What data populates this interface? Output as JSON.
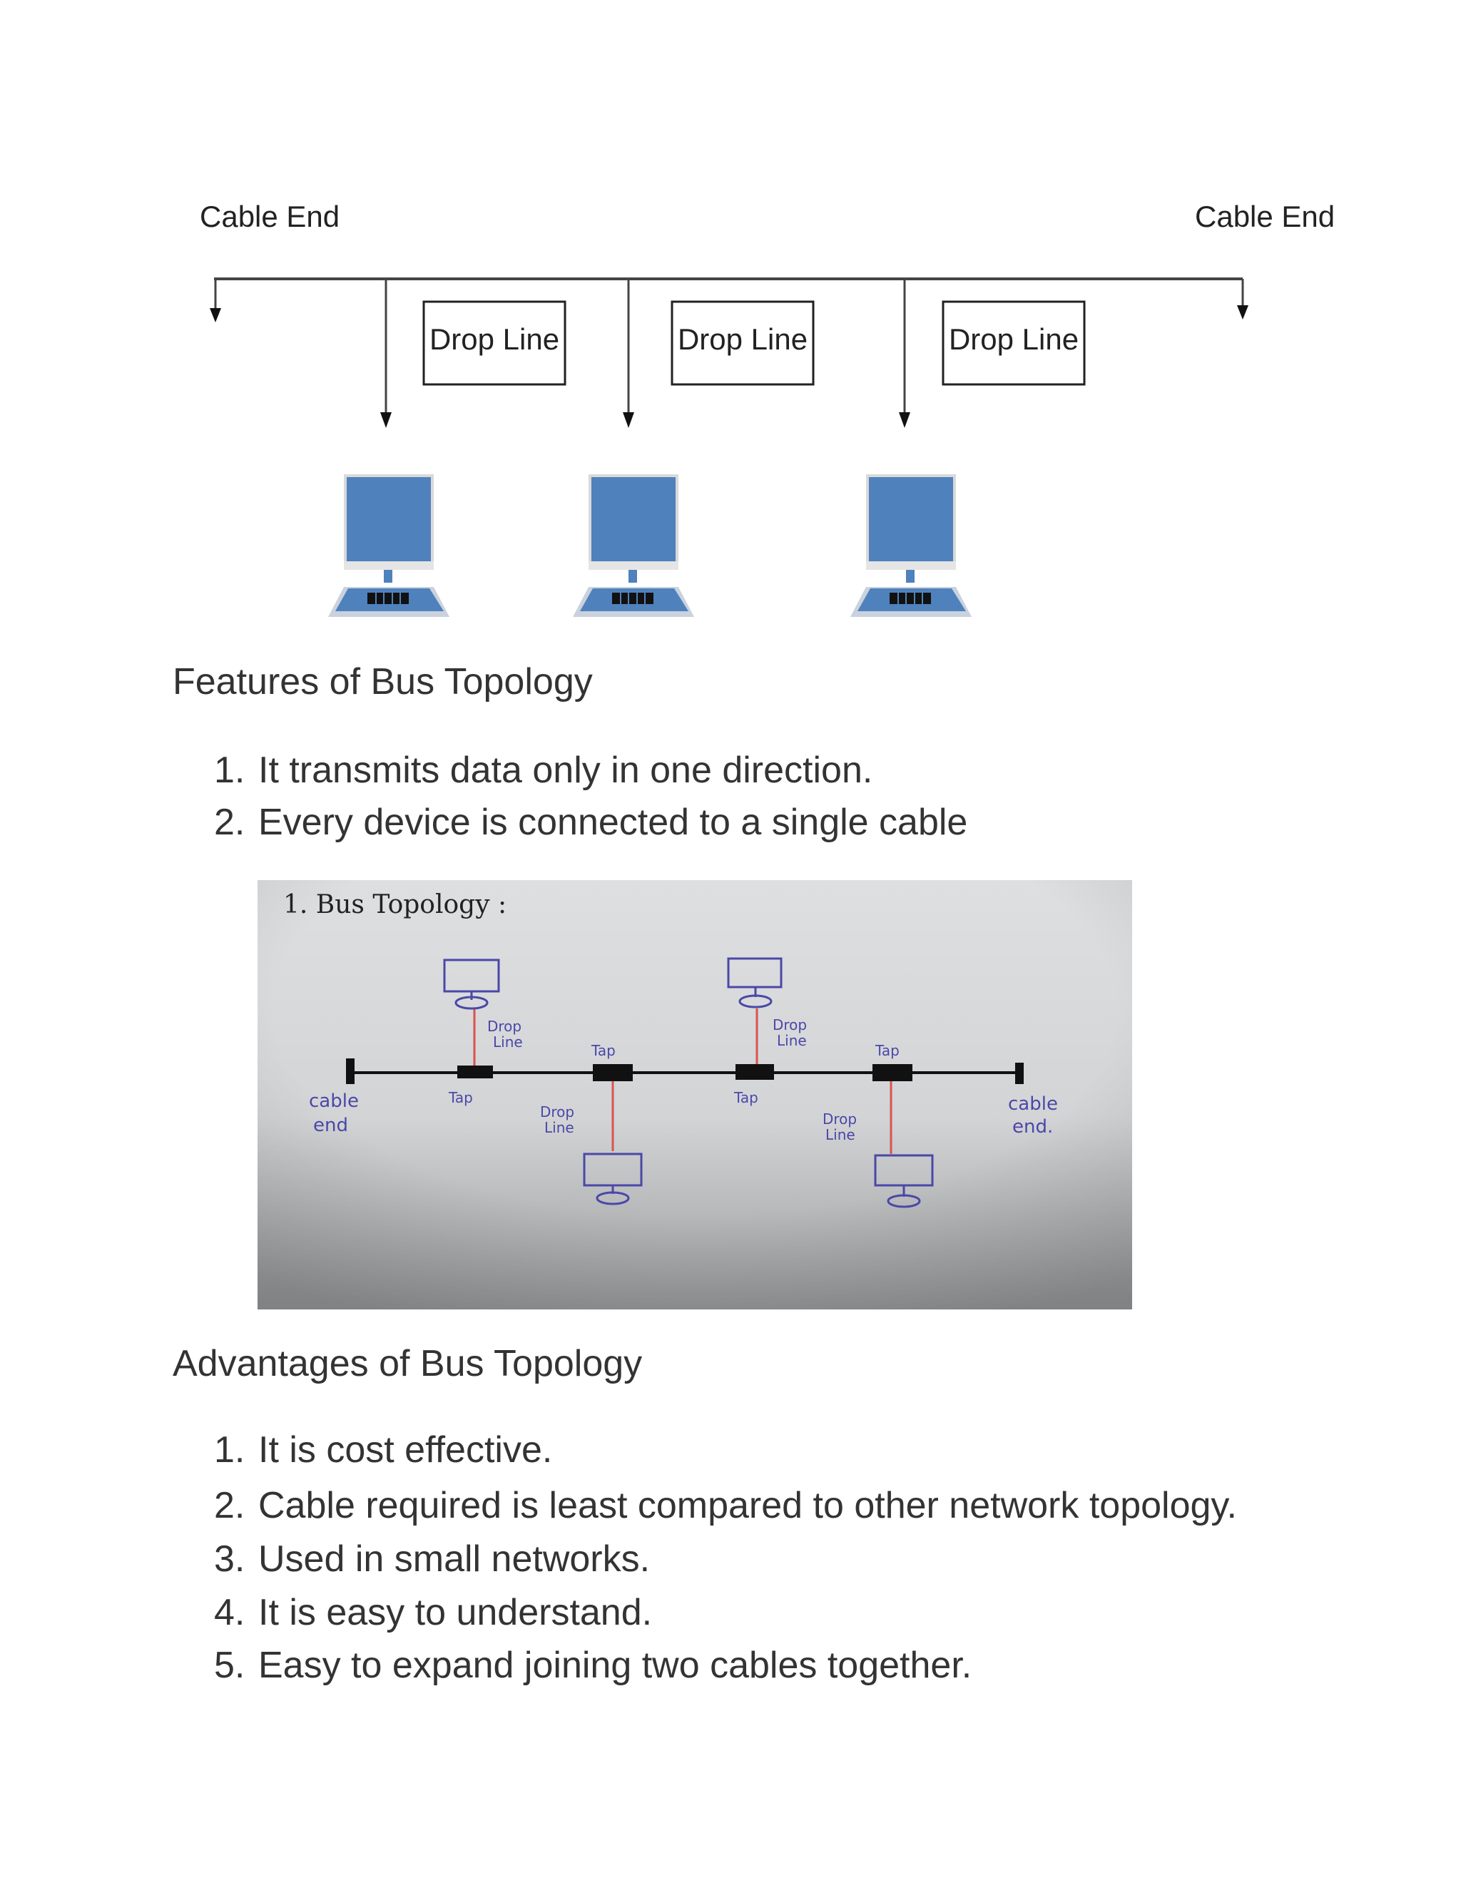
{
  "diagram1": {
    "cable_end_left": "Cable End",
    "cable_end_right": "Cable End",
    "drop_line_labels": [
      "Drop Line",
      "Drop Line",
      "Drop Line"
    ]
  },
  "features": {
    "heading": "Features of Bus Topology",
    "items": [
      {
        "num": "1.",
        "text": "It transmits data only in one direction."
      },
      {
        "num": "2.",
        "text": "Every device is connected to a single cable"
      }
    ]
  },
  "photo": {
    "title": "1. Bus Topology :",
    "cable_end_left": [
      "cable",
      "end"
    ],
    "cable_end_right": [
      "cable",
      "end."
    ],
    "taps": [
      "Tap",
      "Tap",
      "Tap",
      "Tap"
    ],
    "drop_lines": [
      "Drop",
      "Line"
    ]
  },
  "advantages": {
    "heading": "Advantages of Bus Topology",
    "items": [
      {
        "num": "1.",
        "text": "It is cost effective."
      },
      {
        "num": "2.",
        "text": "Cable required is least compared to other network topology."
      },
      {
        "num": "3.",
        "text": "Used in small networks."
      },
      {
        "num": "4.",
        "text": "It is easy to understand."
      },
      {
        "num": "5.",
        "text": "Easy to expand joining two cables together."
      }
    ]
  },
  "colors": {
    "monitor_blue": "#4f81bd",
    "text_gray": "#333333",
    "marker_blue": "#4a48a8",
    "drop_red": "#d9534f"
  }
}
